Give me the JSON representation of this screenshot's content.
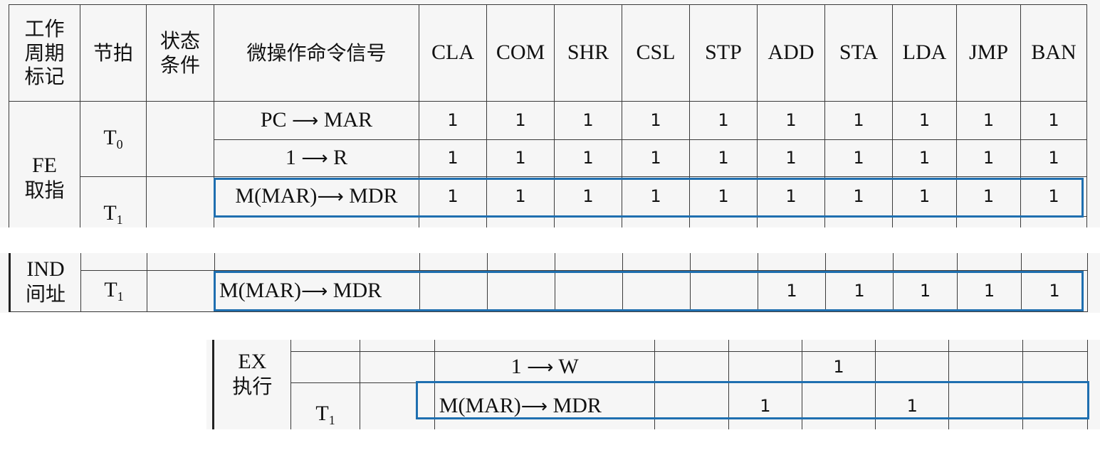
{
  "header": {
    "cycle_flag": [
      "工作",
      "周期",
      "标记"
    ],
    "beat": "节拍",
    "state_condition": [
      "状态",
      "条件"
    ],
    "micro_op_signal": "微操作命令信号",
    "instructions": [
      "CLA",
      "COM",
      "SHR",
      "CSL",
      "STP",
      "ADD",
      "STA",
      "LDA",
      "JMP",
      "BAN"
    ]
  },
  "fe": {
    "label": [
      "FE",
      "取指"
    ],
    "t0_label": "T",
    "t0_sub": "0",
    "t1_label": "T",
    "t1_sub": "1",
    "ops": [
      {
        "src": "PC",
        "arrow": "⟶",
        "dst": "MAR",
        "vals": [
          "1",
          "1",
          "1",
          "1",
          "1",
          "1",
          "1",
          "1",
          "1",
          "1"
        ]
      },
      {
        "src": "1",
        "arrow": "⟶",
        "dst": "R",
        "vals": [
          "1",
          "1",
          "1",
          "1",
          "1",
          "1",
          "1",
          "1",
          "1",
          "1"
        ]
      },
      {
        "src": "M(MAR)",
        "arrow": "⟶",
        "dst": "MDR",
        "vals": [
          "1",
          "1",
          "1",
          "1",
          "1",
          "1",
          "1",
          "1",
          "1",
          "1"
        ]
      }
    ]
  },
  "ind": {
    "label": [
      "IND",
      "间址"
    ],
    "t1_label": "T",
    "t1_sub": "1",
    "op": {
      "src": "M(MAR)",
      "arrow": "⟶",
      "dst": "MDR",
      "vals": [
        "",
        "",
        "",
        "",
        "",
        "1",
        "1",
        "1",
        "1",
        "1"
      ]
    }
  },
  "ex": {
    "label": [
      "EX",
      "执行"
    ],
    "t1_label": "T",
    "t1_sub": "1",
    "ops": [
      {
        "src": "1",
        "arrow": "⟶",
        "dst": "W",
        "vals": [
          "",
          "1",
          "",
          ""
        ]
      },
      {
        "src": "M(MAR)",
        "arrow": "⟶",
        "dst": "MDR",
        "vals": [
          "1",
          "",
          "1",
          ""
        ]
      }
    ]
  },
  "colors": {
    "highlight": "#1f6fb0",
    "grid": "#3a3a3a",
    "background": "#f6f6f6"
  }
}
